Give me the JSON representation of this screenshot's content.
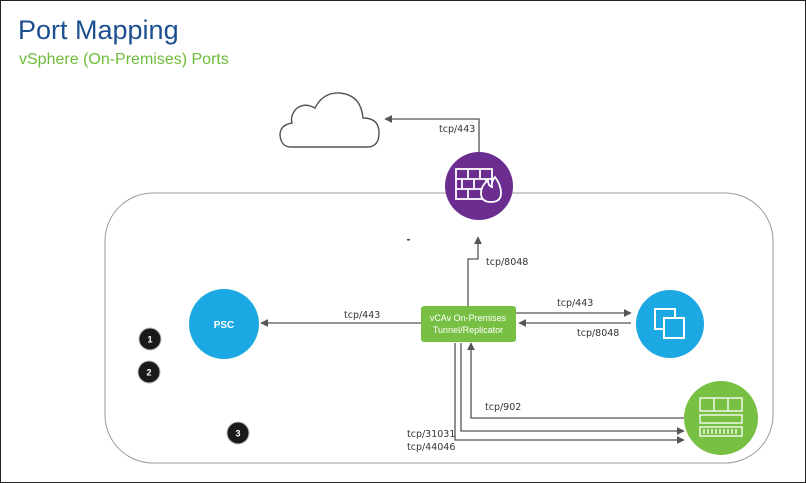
{
  "header": {
    "title": "Port Mapping",
    "subtitle": "vSphere (On-Premises) Ports"
  },
  "nodes": {
    "psc_label": "PSC",
    "vcav_line1": "vCAv On-Premises",
    "vcav_line2": "Tunnel/Replicator"
  },
  "ports": {
    "cloud": "tcp/443",
    "firewall": "tcp/8048",
    "psc": "tcp/443",
    "vcenter_out": "tcp/443",
    "vcenter_in": "tcp/8048",
    "host_902": "tcp/902",
    "host_31031": "tcp/31031",
    "host_44046": "tcp/44046"
  },
  "badges": [
    "1",
    "2",
    "3"
  ],
  "colors": {
    "title": "#1d4f91",
    "subtitle": "#6dbd3a",
    "firewall": "#6b2d8f",
    "psc": "#1ca8e3",
    "vcenter": "#1ca8e3",
    "vcav": "#78c043",
    "host": "#78c043",
    "badge": "#1a1a1a"
  },
  "icons": {
    "cloud": "cloud-icon",
    "firewall": "firewall-icon",
    "vcenter": "vcenter-icon",
    "host": "esxi-host-icon"
  }
}
